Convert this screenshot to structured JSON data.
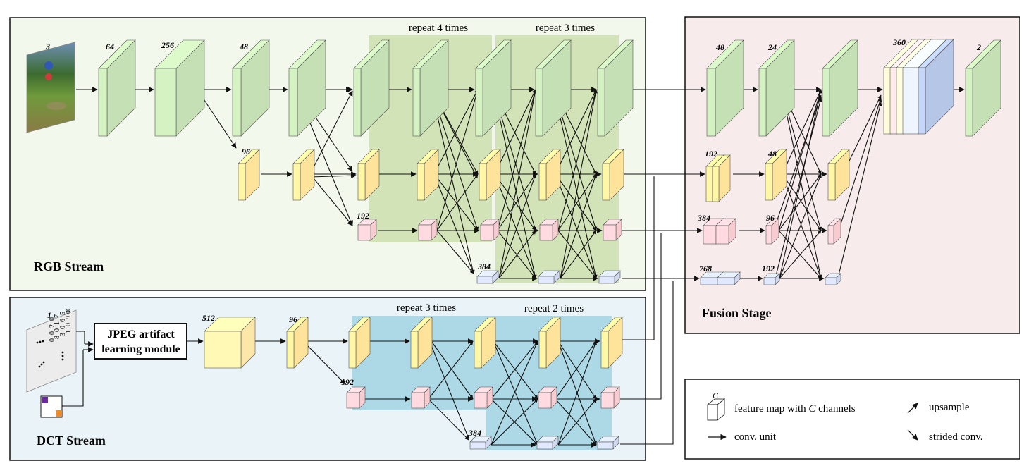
{
  "panels": {
    "rgb": "RGB Stream",
    "dct": "DCT Stream",
    "fusion": "Fusion Stage"
  },
  "repeats": {
    "rgb_a": "repeat 4 times",
    "rgb_b": "repeat 3 times",
    "dct_a": "repeat 3 times",
    "dct_b": "repeat 2 times"
  },
  "channels": {
    "input": "3",
    "c64": "64",
    "c256": "256",
    "c48": "48",
    "c96": "96",
    "c192": "192",
    "c384": "384",
    "dct_in": "1",
    "c512": "512",
    "dct_96": "96",
    "dct_192": "192",
    "dct_384": "384",
    "f48": "48",
    "f24": "24",
    "f360": "360",
    "out2": "2",
    "f192": "192",
    "f48b": "48",
    "f384": "384",
    "f96": "96",
    "f768": "768",
    "f192b": "192"
  },
  "jpeg_module": [
    "JPEG artifact",
    "learning module"
  ],
  "dct_digits": [
    "0",
    "0",
    "2",
    "0",
    "0",
    "7",
    "1",
    "0",
    "8",
    "5",
    "6",
    "0",
    "3",
    "0",
    "9",
    "0",
    "1"
  ],
  "legend": {
    "c": "C",
    "feature_prefix": "feature map with ",
    "feature_c": "C",
    "feature_suffix": " channels",
    "conv": "conv. unit",
    "upsample": "upsample",
    "strided": "strided conv."
  },
  "colors": {
    "rgb_bg": "#f3f8ec",
    "dct_bg": "#eaf4f8",
    "fusion_bg": "#f7ebeb",
    "green_face": "#c5e0b4",
    "yellow_face": "#fde49a",
    "pink_face": "#f8cbd0",
    "blue_face": "#cfd8ee",
    "repeat_green": "#d3e3b8",
    "repeat_blue": "#add8e6"
  }
}
